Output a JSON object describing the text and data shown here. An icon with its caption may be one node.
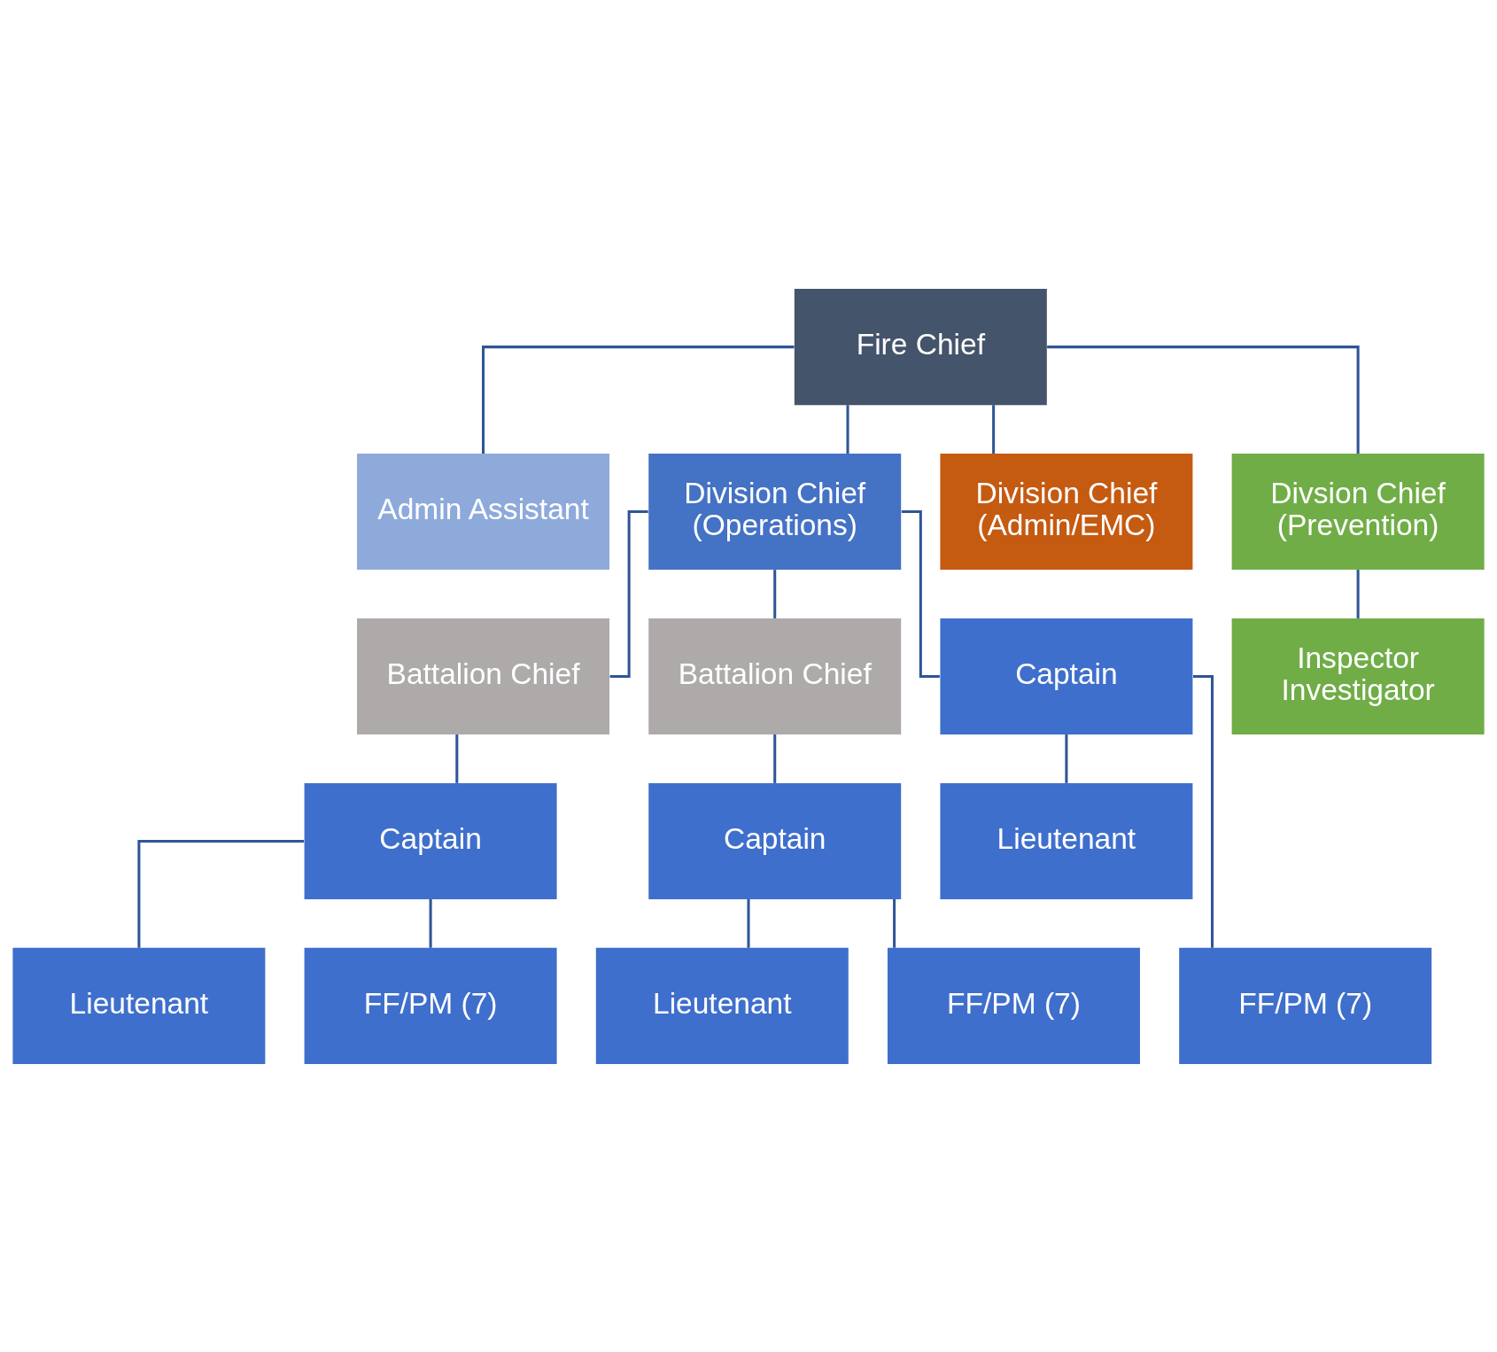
{
  "diagram": {
    "nodes": [
      {
        "text": [
          "Fire Chief"
        ]
      },
      {
        "text": [
          "Admin Assistant"
        ]
      },
      {
        "text": [
          "Division Chief (Operations)"
        ]
      },
      {
        "text": [
          "Division Chief (Admin/EMC)"
        ]
      },
      {
        "text": [
          "Divsion Chief (Prevention)"
        ]
      },
      {
        "text": [
          "Battalion Chief"
        ]
      },
      {
        "text": [
          "Battalion Chief"
        ]
      },
      {
        "text": [
          "Captain"
        ]
      },
      {
        "text": [
          "Inspector Investigator"
        ]
      },
      {
        "text": [
          "Captain"
        ]
      },
      {
        "text": [
          "Captain"
        ]
      },
      {
        "text": [
          "Lieutenant"
        ]
      },
      {
        "text": [
          "Lieutenant"
        ]
      },
      {
        "text": [
          "Lieutenant"
        ]
      },
      {
        "text": [
          "FF/PM (7)"
        ]
      },
      {
        "text": [
          "FF/PM (7)"
        ]
      },
      {
        "text": [
          "FF/PM (7)"
        ]
      }
    ],
    "edges": [
      {
        "from": 0,
        "to": 1,
        "arrow": "none"
      },
      {
        "from": 0,
        "to": 2,
        "arrow": "none"
      },
      {
        "from": 0,
        "to": 3,
        "arrow": "none"
      },
      {
        "from": 0,
        "to": 4,
        "arrow": "none"
      },
      {
        "from": 2,
        "to": 5,
        "arrow": "none"
      },
      {
        "from": 2,
        "to": 6,
        "arrow": "none"
      },
      {
        "from": 2,
        "to": 7,
        "arrow": "none"
      },
      {
        "from": 4,
        "to": 8,
        "arrow": "none"
      },
      {
        "from": 5,
        "to": 9,
        "arrow": "none"
      },
      {
        "from": 6,
        "to": 10,
        "arrow": "none"
      },
      {
        "from": 7,
        "to": 11,
        "arrow": "none"
      },
      {
        "from": 7,
        "to": 14,
        "arrow": "none"
      },
      {
        "from": 9,
        "to": 12,
        "arrow": "none"
      },
      {
        "from": 9,
        "to": 15,
        "arrow": "none"
      },
      {
        "from": 10,
        "to": 13,
        "arrow": "none"
      },
      {
        "from": 10,
        "to": 16,
        "arrow": "none"
      }
    ]
  }
}
